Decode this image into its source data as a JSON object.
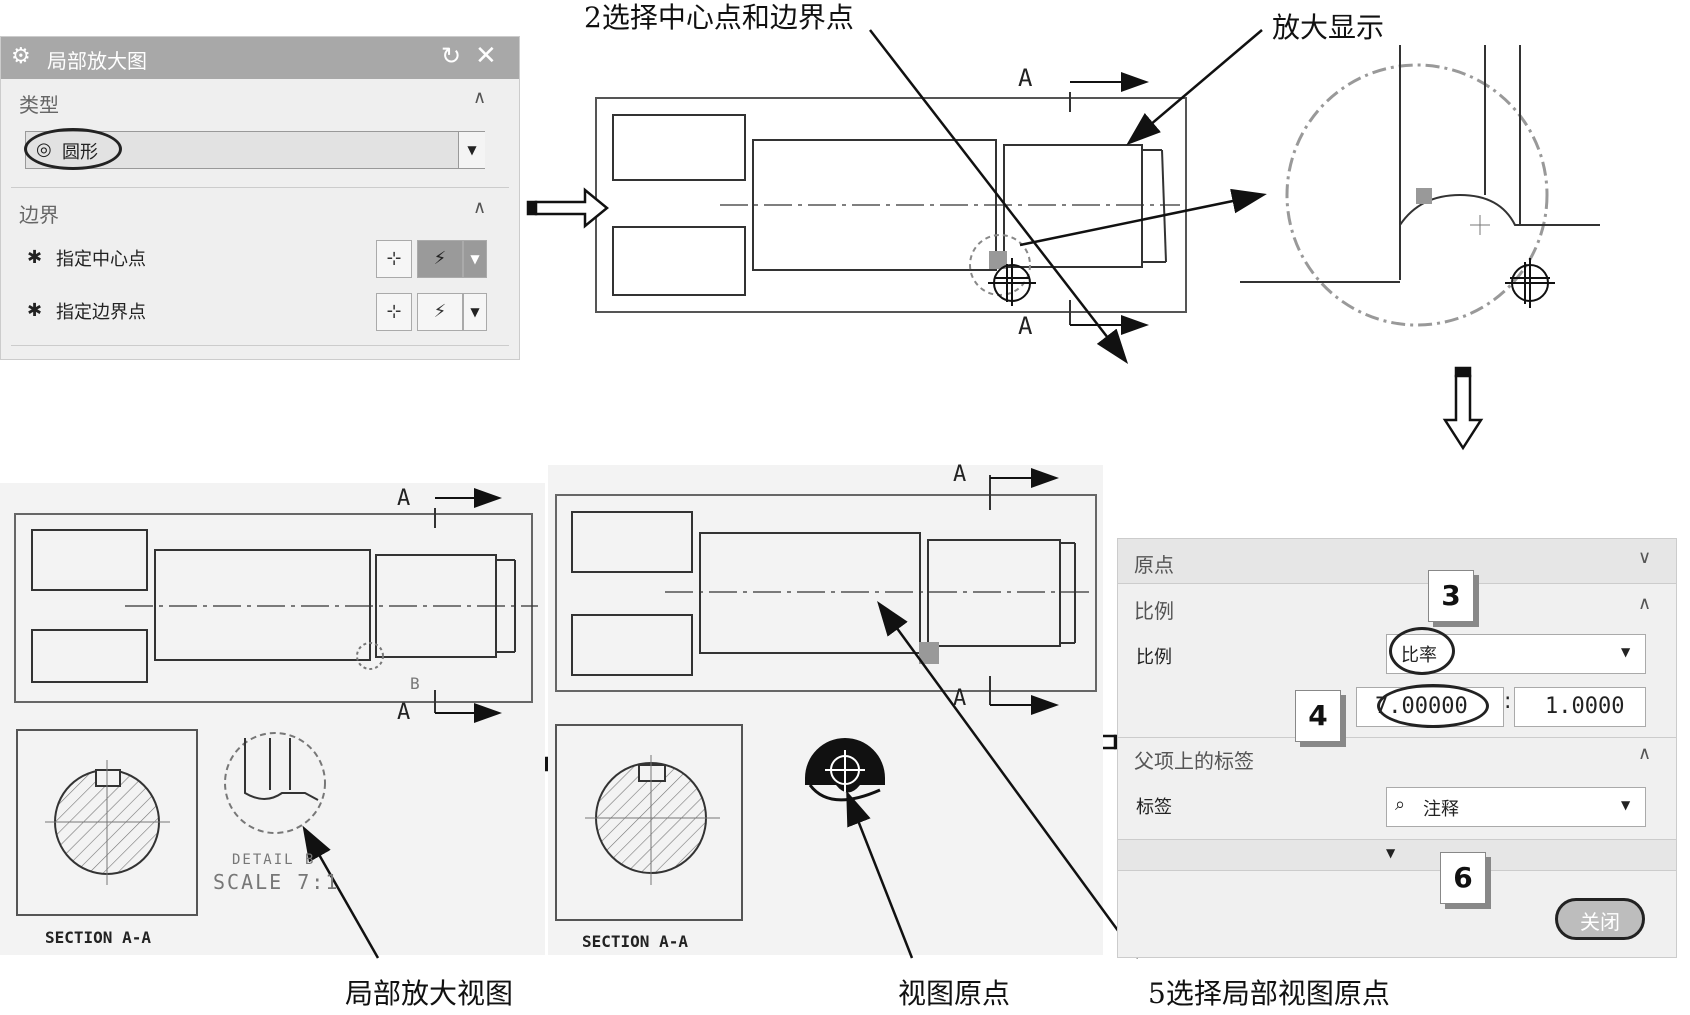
{
  "captions": {
    "step2": "2选择中心点和边界点",
    "enlarge": "放大显示",
    "detail_view": "局部放大视图",
    "view_origin": "视图原点",
    "step5": "5选择局部视图原点"
  },
  "dialog1": {
    "title": "局部放大图",
    "type_section": "类型",
    "type_value": "圆形",
    "boundary_section": "边界",
    "center_label": "指定中心点",
    "boundary_label": "指定边界点"
  },
  "dialog2": {
    "origin_section": "原点",
    "scale_section": "比例",
    "scale_label": "比例",
    "scale_value": "比率",
    "ratio_left": "7.00000",
    "ratio_right": "1.0000",
    "parent_label_section": "父项上的标签",
    "label_label": "标签",
    "label_value": "注释",
    "close_button": "关闭"
  },
  "badges": [
    "3",
    "4",
    "6"
  ],
  "drawing": {
    "section_a": "A",
    "section_b": "B",
    "section_title": "SECTION A-A",
    "detail_title": "DETAIL B",
    "detail_scale": "SCALE 7:1"
  },
  "icons": [
    "gear-icon",
    "reset-icon",
    "close-icon",
    "circle-icon",
    "point-icon",
    "snap-icon",
    "chevron-down-icon",
    "chevron-up-icon",
    "note-icon"
  ]
}
